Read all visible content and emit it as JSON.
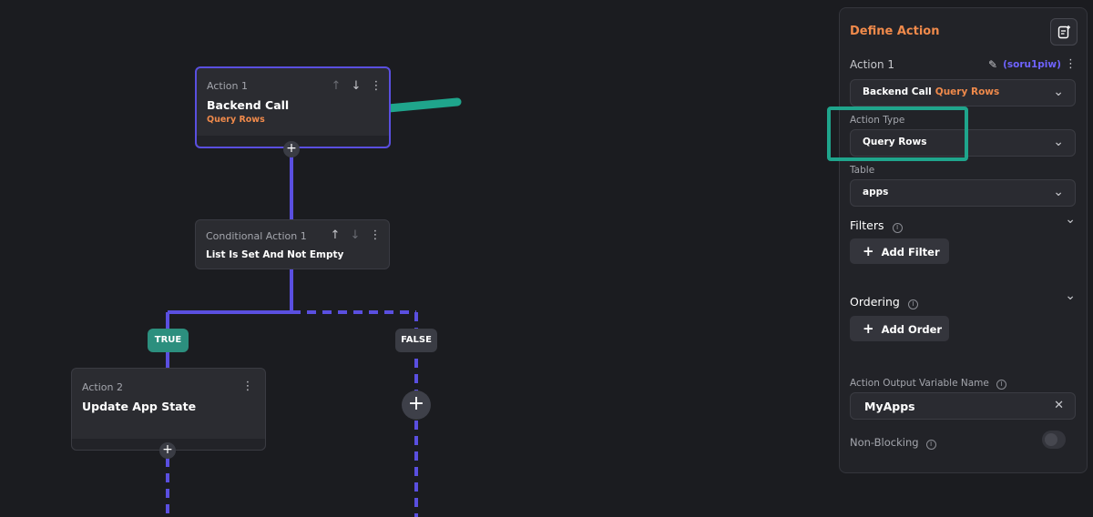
{
  "flow": {
    "action1": {
      "label": "Action 1",
      "title": "Backend Call",
      "subtitle": "Query Rows"
    },
    "conditional1": {
      "label": "Conditional Action 1",
      "title": "List Is Set And Not Empty"
    },
    "branches": {
      "true_label": "TRUE",
      "false_label": "FALSE"
    },
    "action2": {
      "label": "Action 2",
      "title": "Update App State"
    }
  },
  "panel": {
    "title": "Define Action",
    "action_name": "Action 1",
    "action_id": "(soru1piw)",
    "action_select": {
      "main": "Backend Call",
      "accent": "Query Rows"
    },
    "action_type": {
      "label": "Action Type",
      "value": "Query Rows"
    },
    "table": {
      "label": "Table",
      "value": "apps"
    },
    "filters": {
      "label": "Filters",
      "add_label": "Add Filter"
    },
    "ordering": {
      "label": "Ordering",
      "add_label": "Add Order"
    },
    "output_variable": {
      "label": "Action Output Variable Name",
      "value": "MyApps"
    },
    "non_blocking": {
      "label": "Non-Blocking",
      "enabled": false
    }
  },
  "colors": {
    "accent_orange": "#f08a4b",
    "accent_purple": "#5a4fe0",
    "highlight_teal": "#1fa58c",
    "true_badge": "#2c8f7e"
  }
}
